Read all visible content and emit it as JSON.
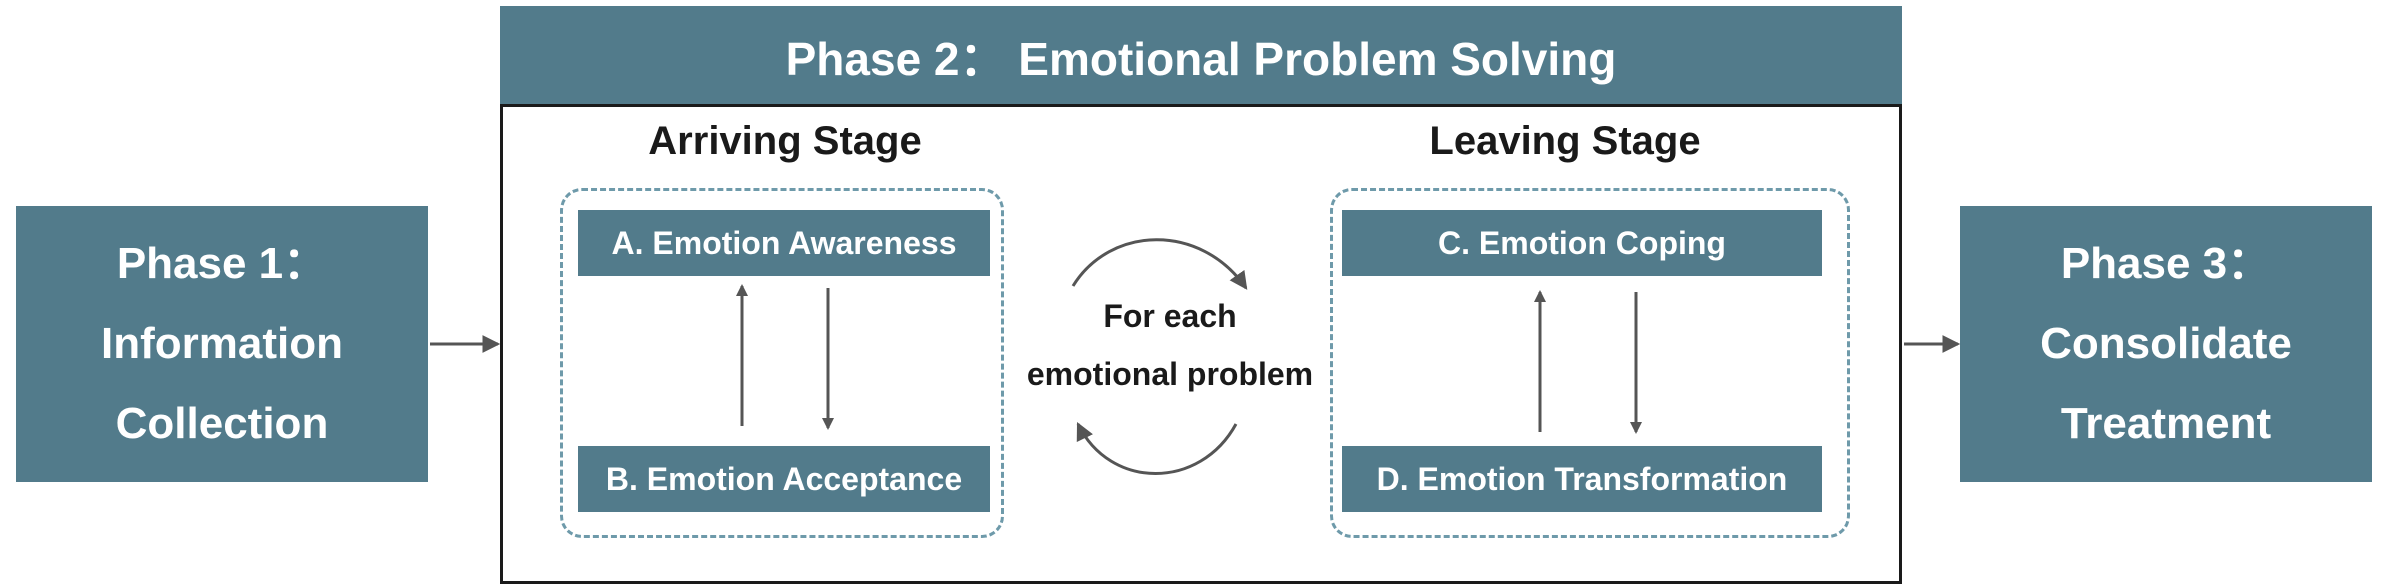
{
  "phase1": {
    "line1": "Phase 1：",
    "line2": "Information",
    "line3": "Collection"
  },
  "phase2": {
    "title": "Phase 2： Emotional Problem Solving"
  },
  "arriving_stage": {
    "title": "Arriving Stage",
    "box_a": "A. Emotion Awareness",
    "box_b": "B. Emotion Acceptance"
  },
  "leaving_stage": {
    "title": "Leaving Stage",
    "box_c": "C. Emotion Coping",
    "box_d": "D. Emotion Transformation"
  },
  "cycle": {
    "line1": "For each",
    "line2": "emotional problem"
  },
  "phase3": {
    "line1": "Phase 3：",
    "line2": "Consolidate",
    "line3": "Treatment"
  },
  "colors": {
    "box_fill": "#527b8b",
    "dashed_border": "#6e9aaa",
    "arrow": "#555555",
    "frame": "#1a1a1a"
  }
}
